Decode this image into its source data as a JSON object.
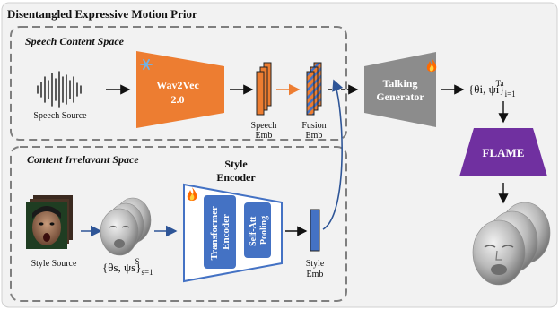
{
  "title": "Disentangled Expressive Motion Prior",
  "speech_section": {
    "title": "Speech Content Space",
    "source_label": "Speech Source",
    "encoder_label_1": "Wav2Vec",
    "encoder_label_2": "2.0",
    "speech_emb_label_1": "Speech",
    "speech_emb_label_2": "Emb",
    "fusion_emb_label_1": "Fusion",
    "fusion_emb_label_2": "Emb"
  },
  "style_section": {
    "title": "Content Irrelavant Space",
    "source_label": "Style Source",
    "params_label": "{θs, ψs}",
    "params_sub": "s",
    "params_sup": "S",
    "params_range": "=1",
    "encoder_title_1": "Style",
    "encoder_title_2": "Encoder",
    "transformer_label_1": "Transformer",
    "transformer_label_2": "Encoder",
    "pooling_label_1": "Self-Att",
    "pooling_label_2": "Pooling",
    "style_emb_label_1": "Style",
    "style_emb_label_2": "Emb"
  },
  "generator": {
    "label_1": "Talking",
    "label_2": "Generator"
  },
  "output": {
    "params_label": "{θi, ψi}",
    "params_sub": "i",
    "params_sup": "Ta",
    "params_range": "=1",
    "flame_label": "FLAME"
  },
  "icons": {
    "frozen": "snowflake-icon",
    "trainable": "fire-icon"
  },
  "colors": {
    "orange": "#ED7D31",
    "blue": "#4472C4",
    "gray": "#8C8C8C",
    "purple": "#7030A0",
    "arrow_blue": "#2E5597"
  }
}
